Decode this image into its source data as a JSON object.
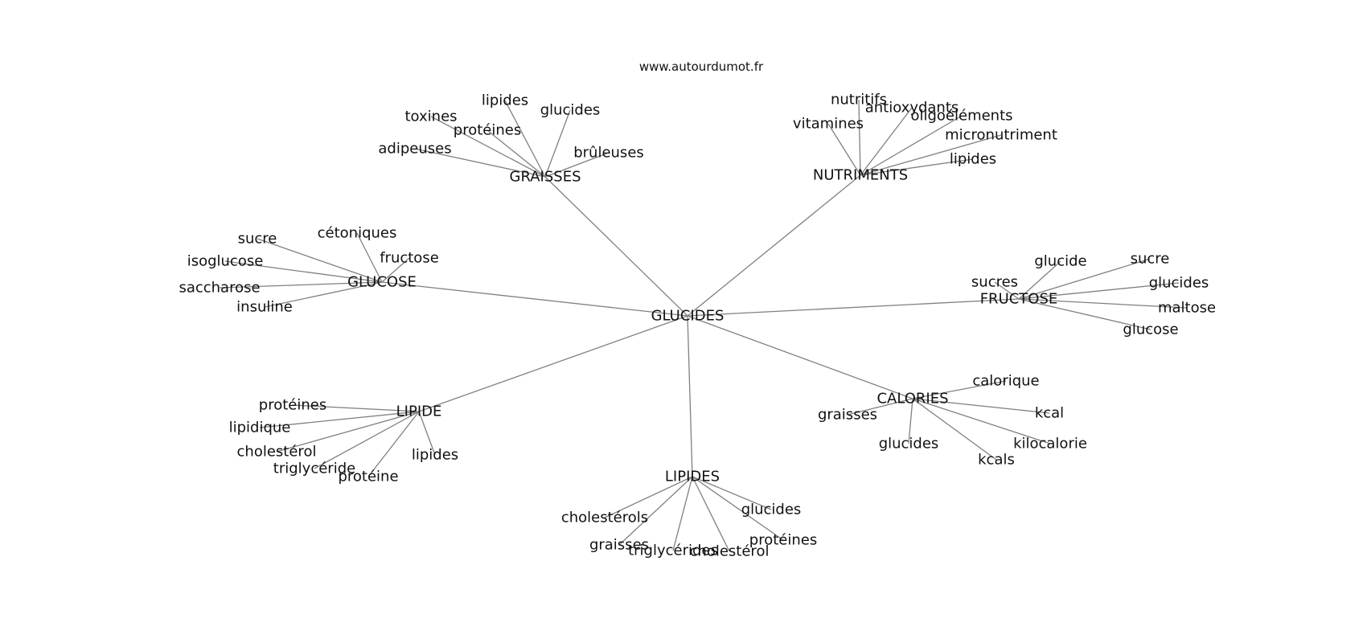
{
  "source": "www.autourdumot.fr",
  "edge_color": "#808080",
  "text_color": "#111111",
  "graph": {
    "root": "GLUCIDES",
    "clusters": [
      {
        "label": "GRAISSES",
        "children": [
          "lipides",
          "glucides",
          "toxines",
          "protéines",
          "adipeuses",
          "brûleuses"
        ]
      },
      {
        "label": "NUTRIMENTS",
        "children": [
          "nutritifs",
          "antioxydants",
          "oligoéléments",
          "vitamines",
          "micronutriment",
          "lipides"
        ]
      },
      {
        "label": "GLUCOSE",
        "children": [
          "cétoniques",
          "sucre",
          "fructose",
          "isoglucose",
          "saccharose",
          "insuline"
        ]
      },
      {
        "label": "FRUCTOSE",
        "children": [
          "glucide",
          "sucre",
          "sucres",
          "glucides",
          "maltose",
          "glucose"
        ]
      },
      {
        "label": "LIPIDE",
        "children": [
          "protéines",
          "lipidique",
          "cholestérol",
          "triglycéride",
          "protéine",
          "lipides"
        ]
      },
      {
        "label": "CALORIES",
        "children": [
          "calorique",
          "graisses",
          "kcal",
          "glucides",
          "kilocalorie",
          "kcals"
        ]
      },
      {
        "label": "LIPIDES",
        "children": [
          "cholestérols",
          "glucides",
          "graisses",
          "protéines",
          "triglycérides",
          "cholestérol"
        ]
      }
    ]
  }
}
